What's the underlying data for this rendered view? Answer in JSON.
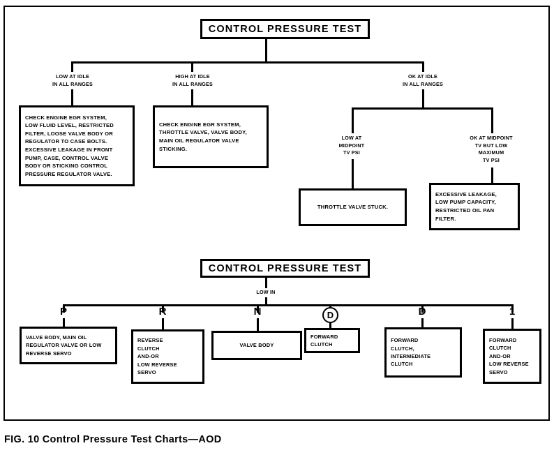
{
  "figure": {
    "caption": "FIG. 10  Control Pressure Test Charts—AOD"
  },
  "chart_top": {
    "title": "CONTROL PRESSURE TEST",
    "branches": [
      {
        "label": "LOW AT IDLE\nIN ALL RANGES"
      },
      {
        "label": "HIGH AT IDLE\nIN ALL RANGES"
      },
      {
        "label": "OK AT IDLE\nIN ALL RANGES"
      }
    ],
    "sub_branches": [
      {
        "label": "LOW AT\nMIDPOINT\nTV PSI"
      },
      {
        "label": "OK AT MIDPOINT\nTV BUT LOW\nMAXIMUM\nTV PSI"
      }
    ],
    "result_boxes": [
      {
        "text": "CHECK ENGINE EGR SYSTEM,\nLOW FLUID LEVEL, RESTRICTED\nFILTER, LOOSE VALVE BODY OR\nREGULATOR TO CASE BOLTS.\nEXCESSIVE LEAKAGE IN FRONT\nPUMP, CASE, CONTROL VALVE\nBODY OR STICKING CONTROL\nPRESSURE REGULATOR VALVE."
      },
      {
        "text": "CHECK ENGINE EGR SYSTEM,\nTHROTTLE VALVE, VALVE BODY,\nMAIN OIL REGULATOR VALVE\nSTICKING."
      },
      {
        "text": "THROTTLE VALVE STUCK."
      },
      {
        "text": "EXCESSIVE LEAKAGE,\nLOW PUMP CAPACITY,\nRESTRICTED OIL PAN\nFILTER."
      }
    ]
  },
  "chart_bottom": {
    "title": "CONTROL PRESSURE TEST",
    "condition": "LOW IN",
    "positions": [
      {
        "name": "P",
        "circled": false,
        "text": "VALVE BODY, MAIN OIL\nREGULATOR VALVE OR LOW\nREVERSE SERVO"
      },
      {
        "name": "R",
        "circled": false,
        "text": "REVERSE\nCLUTCH\nAND-OR\nLOW REVERSE\nSERVO"
      },
      {
        "name": "N",
        "circled": false,
        "text": "VALVE BODY"
      },
      {
        "name": "D",
        "circled": true,
        "text": "FORWARD\nCLUTCH"
      },
      {
        "name": "D",
        "circled": false,
        "text": "FORWARD\nCLUTCH,\nINTERMEDIATE\nCLUTCH"
      },
      {
        "name": "1",
        "circled": false,
        "text": "FORWARD\nCLUTCH\nAND-OR\nLOW REVERSE\nSERVO"
      }
    ]
  },
  "colors": {
    "ink": "#000000",
    "paper": "#ffffff"
  }
}
